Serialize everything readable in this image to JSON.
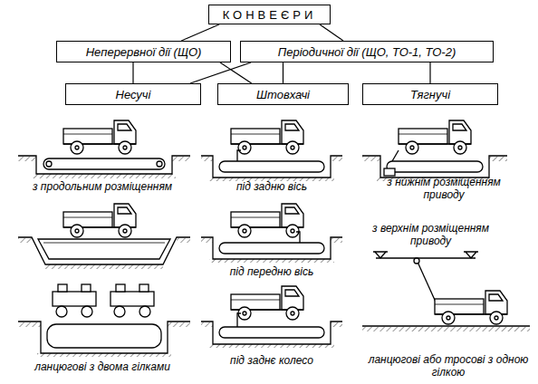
{
  "diagram": {
    "nodes": [
      {
        "text": [
          "КОНВЕЄРИ"
        ]
      },
      {
        "text": [
          "Неперервної дії (ЩО)"
        ]
      },
      {
        "text": [
          "Періодичної дії (ЩО, ТО-1, ТО-2)"
        ]
      },
      {
        "text": [
          "Несучі"
        ]
      },
      {
        "text": [
          "Штовхачі"
        ]
      },
      {
        "text": [
          "Тягнучі"
        ]
      }
    ],
    "edges": [
      {
        "from": 0,
        "to": 1,
        "arrow": "none"
      },
      {
        "from": 0,
        "to": 2,
        "arrow": "none"
      },
      {
        "from": 1,
        "to": 3,
        "arrow": "none"
      },
      {
        "from": 1,
        "to": 4,
        "arrow": "none"
      },
      {
        "from": 2,
        "to": 3,
        "arrow": "none"
      },
      {
        "from": 2,
        "to": 4,
        "arrow": "none"
      },
      {
        "from": 2,
        "to": 5,
        "arrow": "none"
      }
    ],
    "labels": [
      "з продольним розміщенням",
      "під задню вісь",
      "з нижнім розміщенням приводу",
      "під передню вісь",
      "з верхнім розміщенням приводу",
      "ланцюгові з двома гілками",
      "під заднє колесо",
      "ланцюгові або тросові з одною гілкою"
    ]
  }
}
